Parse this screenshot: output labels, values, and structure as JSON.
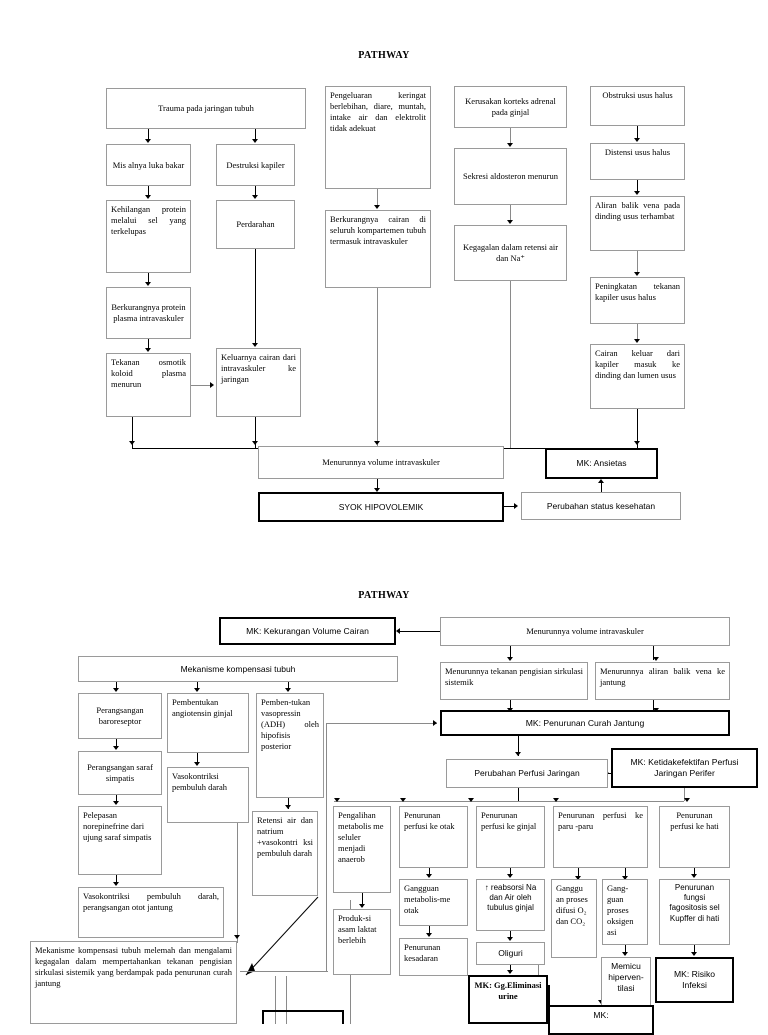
{
  "page": {
    "title_1": "PATHWAY",
    "title_2": "PATHWAY"
  },
  "pathway1": {
    "title": "PATHWAY",
    "nodes": {
      "trauma": "Trauma pada jaringan tubuh",
      "luka_bakar": "Mis alnya luka bakar",
      "destruksi_kapiler": "Destruksi kapiler",
      "kehilangan_protein": "Kehilangan protein melalui sel yang terkelupas",
      "perdarahan": "Perdarahan",
      "berkurangnya_protein": "Berkurangnya protein plasma intravaskuler",
      "tekanan_osmotik": "Tekanan osmotik koloid plasma menurun",
      "keluarnya_cairan": "Keluarnya cairan dari intravaskuler ke jaringan",
      "pengeluaran_keringat": "Pengeluaran keringat berlebihan, diare, muntah, intake air dan elektrolit tidak adekuat",
      "berkurangnya_cairan": "Berkurangnya cairan di seluruh kompartemen tubuh termasuk intravaskuler",
      "kerusakan_korteks": "Kerusakan korteks adrenal pada ginjal",
      "sekresi_aldosteron": "Sekresi aldosteron menurun",
      "kegagalan_retensi": "Kegagalan dalam retensi air dan Na⁺",
      "obstruksi_usus": "Obstruksi usus halus",
      "distensi_usus": "Distensi usus halus",
      "aliran_balik_vena": "Aliran balik vena pada dinding usus terhambat",
      "peningkatan_tekanan": "Peningkatan tekanan kapiler usus halus",
      "cairan_keluar": "Cairan keluar dari kapiler masuk ke dinding dan lumen usus",
      "menurunnya_volume": "Menurunnya volume intravaskuler",
      "syok_hipovolemik": "SYOK HIPOVOLEMIK",
      "mk_ansietas": "MK: Ansietas",
      "perubahan_status": "Perubahan status kesehatan"
    }
  },
  "pathway2": {
    "title": "PATHWAY",
    "nodes": {
      "mk_kekurangan_volume": "MK: Kekurangan Volume Cairan",
      "menurunnya_volume": "Menurunnya volume intravaskuler",
      "menurunnya_tekanan": "Menurunnya tekanan pengisian sirkulasi sistemik",
      "menurunnya_aliran": "Menurunnya aliran balik vena ke jantung",
      "mk_penurunan_curah": "MK: Penurunan Curah Jantung",
      "mekanisme_kompensasi": "Mekanisme kompensasi tubuh",
      "perangsangan_baroreseptor": "Perangsangan baroreseptor",
      "pembentukan_angiotensin": "Pembentukan angiotensin ginjal",
      "pembentukan_vasopressin": "Pemben-tukan vasopressin (ADH) oleh hipofisis posterior",
      "perangsangan_saraf": "Perangsangan saraf simpatis",
      "vasokontriksi_pembuluh": "Vasokontriksi pembuluh darah",
      "retensi_air": "Retensi air dan natrium +vasokontri ksi pembuluh darah",
      "pelepasan_norepinefrine": "Pelepasan norepinefrine dari ujung saraf simpatis",
      "vasokontriksi_otot": "Vasokontriksi pembuluh darah, perangsangan otot jantung",
      "mekanisme_melemah": "Mekanisme kompensasi tubuh melemah dan mengalami kegagalan dalam mempertahankan tekanan pengisian sirkulasi sistemik yang berdampak pada penurunan curah jantung",
      "perubahan_perfusi": "Perubahan Perfusi Jaringan",
      "mk_ketidakefektifan": "MK: Ketidakefektifan Perfusi Jaringan Perifer",
      "pengalihan_metabolisme": "Pengalihan metabolis me seluler menjadi anaerob",
      "penurunan_perfusi_otak": "Penurunan perfusi ke otak",
      "penurunan_perfusi_ginjal": "Penurunan perfusi ke ginjal",
      "penurunan_perfusi_paru": "Penurunan perfusi ke paru -paru",
      "penurunan_perfusi_hati": "Penurunan perfusi ke hati",
      "gangguan_metabolisme_otak": "Gangguan metabolis-me otak",
      "reabsorsi_na": "↑ reabsorsi Na dan Air oleh tubulus ginjal",
      "gangguan_difusi": "Ganggu an proses difusi O₂ dan CO₂",
      "gangguan_oksigenasi": "Gang-guan proses oksigen asi",
      "penurunan_fagositosis": "Penurunan fungsi fagositosis sel Kupffer di hati",
      "produksi_asam_laktat": "Produk-si asam laktat berlebih",
      "penurunan_kesadaran": "Penurunan kesadaran",
      "oliguri": "Oliguri",
      "mk_gg_eliminasi": "MK: Gg.Eliminasi urine",
      "memicu_hiperventilasi": "Memicu hiperven-tilasi",
      "mk_risiko_infeksi": "MK: Risiko Infeksi",
      "mk_partial": "MK:"
    }
  },
  "colors": {
    "box_border": "#9a9a9a",
    "heavy_border": "#000000",
    "background": "#ffffff",
    "connector": "#000000"
  }
}
